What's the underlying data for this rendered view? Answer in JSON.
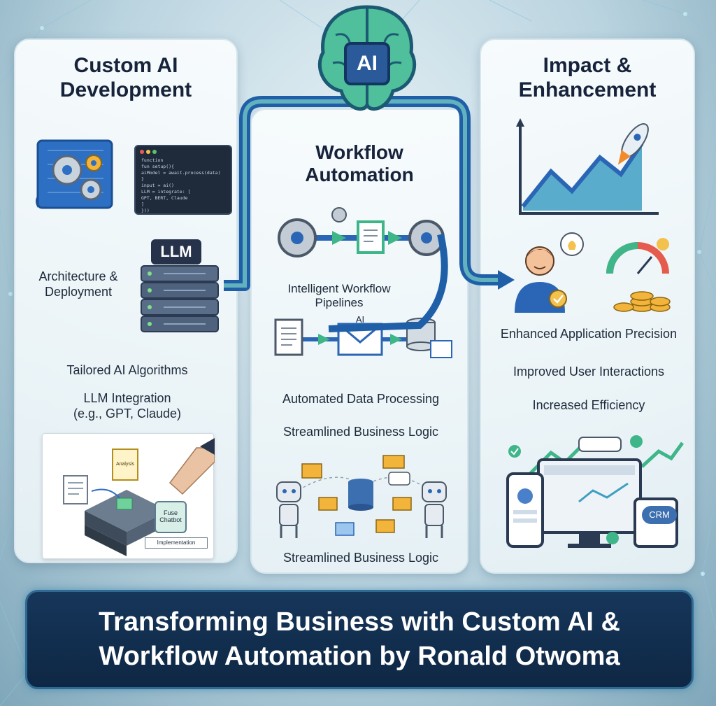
{
  "center": {
    "brain_badge": "AI"
  },
  "left": {
    "title_line1": "Custom AI",
    "title_line2": "Development",
    "code_lines": [
      "function",
      "fun setup(){",
      "  aiModel = await.process(data)",
      "}",
      "input = ai()",
      "LLM = integrate: [",
      "  GPT, BERT, Claude",
      "]",
      "}))"
    ],
    "server_badge": "LLM",
    "architecture_line1": "Architecture &",
    "architecture_line2": "Deployment",
    "algorithms": "Tailored AI Algorithms",
    "llm_line1": "LLM Integration",
    "llm_line2": "(e.g., GPT, Claude)",
    "doc_tag": "Analysis",
    "chatbot_line1": "Fuse",
    "chatbot_line2": "Chatbot",
    "impl_tag": "Implementation"
  },
  "mid": {
    "title_line1": "Workflow",
    "title_line2": "Automation",
    "pipelines_line1": "Intelligent Workflow",
    "pipelines_line2": "Pipelines",
    "envelope_badge": "AI",
    "data_processing": "Automated Data Processing",
    "business_logic": "Streamlined Business Logic",
    "business_logic_bottom": "Streamlined Business Logic"
  },
  "right": {
    "title_line1": "Impact &",
    "title_line2": "Enhancement",
    "precision": "Enhanced Application Precision",
    "interactions": "Improved User Interactions",
    "efficiency": "Increased Efficiency",
    "crm_badge": "CRM"
  },
  "footer": {
    "line1": "Transforming Business with Custom AI &",
    "line2": "Workflow Automation by Ronald Otwoma"
  }
}
